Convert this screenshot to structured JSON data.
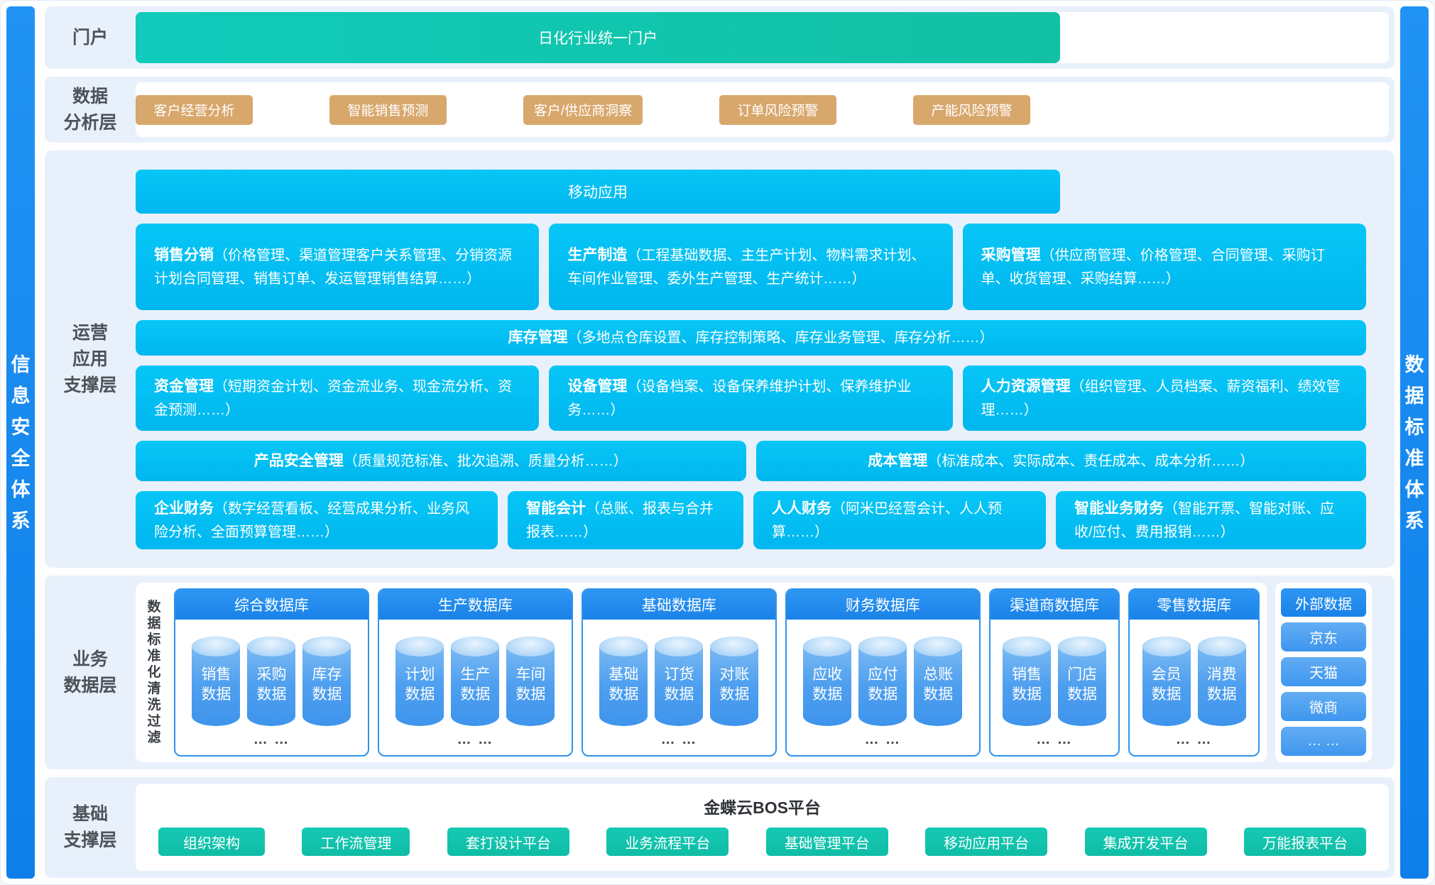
{
  "sidebars": {
    "left": "信息安全体系",
    "right": "数据标准体系"
  },
  "portal": {
    "label": "门户",
    "bar": "日化行业统一门户"
  },
  "analysis": {
    "label": "数据\n分析层",
    "items": [
      "客户经营分析",
      "智能销售预测",
      "客户/供应商洞察",
      "订单风险预警",
      "产能风险预警"
    ]
  },
  "operation": {
    "label": "运营\n应用\n支撑层",
    "mobile": "移动应用",
    "row1": [
      {
        "t": "销售分销",
        "d": "（价格管理、渠道管理客户关系管理、分销资源计划合同管理、销售订单、发运管理销售结算……）"
      },
      {
        "t": "生产制造",
        "d": "（工程基础数据、主生产计划、物料需求计划、车间作业管理、委外生产管理、生产统计……）"
      },
      {
        "t": "采购管理",
        "d": "（供应商管理、价格管理、合同管理、采购订单、收货管理、采购结算……）"
      }
    ],
    "inventory": {
      "t": "库存管理",
      "d": "（多地点仓库设置、库存控制策略、库存业务管理、库存分析……）"
    },
    "row2": [
      {
        "t": "资金管理",
        "d": "（短期资金计划、资金流业务、现金流分析、资金预测……）"
      },
      {
        "t": "设备管理",
        "d": "（设备档案、设备保养维护计划、保养维护业务……）"
      },
      {
        "t": "人力资源管理",
        "d": "（组织管理、人员档案、薪资福利、绩效管理……）"
      }
    ],
    "row3": [
      {
        "t": "产品安全管理",
        "d": "（质量规范标准、批次追溯、质量分析……）"
      },
      {
        "t": "成本管理",
        "d": "（标准成本、实际成本、责任成本、成本分析……）"
      }
    ],
    "row4": [
      {
        "t": "企业财务",
        "d": "（数字经营看板、经营成果分析、业务风险分析、全面预算管理……）"
      },
      {
        "t": "智能会计",
        "d": "（总账、报表与合并报表……）"
      },
      {
        "t": "人人财务",
        "d": "（阿米巴经营会计、人人预算……）"
      },
      {
        "t": "智能业务财务",
        "d": "（智能开票、智能对账、应收/应付、费用报销……）"
      }
    ]
  },
  "data_layer": {
    "label": "业务\n数据层",
    "filter": "数据标准化清洗过滤",
    "databases": [
      {
        "name": "综合数据库",
        "cyls": [
          "销售数据",
          "采购数据",
          "库存数据"
        ],
        "more": "… …"
      },
      {
        "name": "生产数据库",
        "cyls": [
          "计划数据",
          "生产数据",
          "车间数据"
        ],
        "more": "… …"
      },
      {
        "name": "基础数据库",
        "cyls": [
          "基础数据",
          "订货数据",
          "对账数据"
        ],
        "more": "… …"
      },
      {
        "name": "财务数据库",
        "cyls": [
          "应收数据",
          "应付数据",
          "总账数据"
        ],
        "more": "… …"
      },
      {
        "name": "渠道商数据库",
        "cyls": [
          "销售数据",
          "门店数据"
        ],
        "more": "… …"
      },
      {
        "name": "零售数据库",
        "cyls": [
          "会员数据",
          "消费数据"
        ],
        "more": "… …"
      }
    ],
    "external": {
      "title": "外部数据",
      "items": [
        "京东",
        "天猫",
        "微商",
        "… …"
      ]
    }
  },
  "foundation": {
    "label": "基础\n支撑层",
    "title": "金蝶云BOS平台",
    "items": [
      "组织架构",
      "工作流管理",
      "套打设计平台",
      "业务流程平台",
      "基础管理平台",
      "移动应用平台",
      "集成开发平台",
      "万能报表平台"
    ]
  },
  "colors": {
    "accent_blue": "#1486EE",
    "panel_bg": "#E8F1FB",
    "teal": "#11C6AE",
    "tan": "#D8A76C",
    "cyan": "#03C0F2",
    "db_blue": "#1E88EC"
  }
}
